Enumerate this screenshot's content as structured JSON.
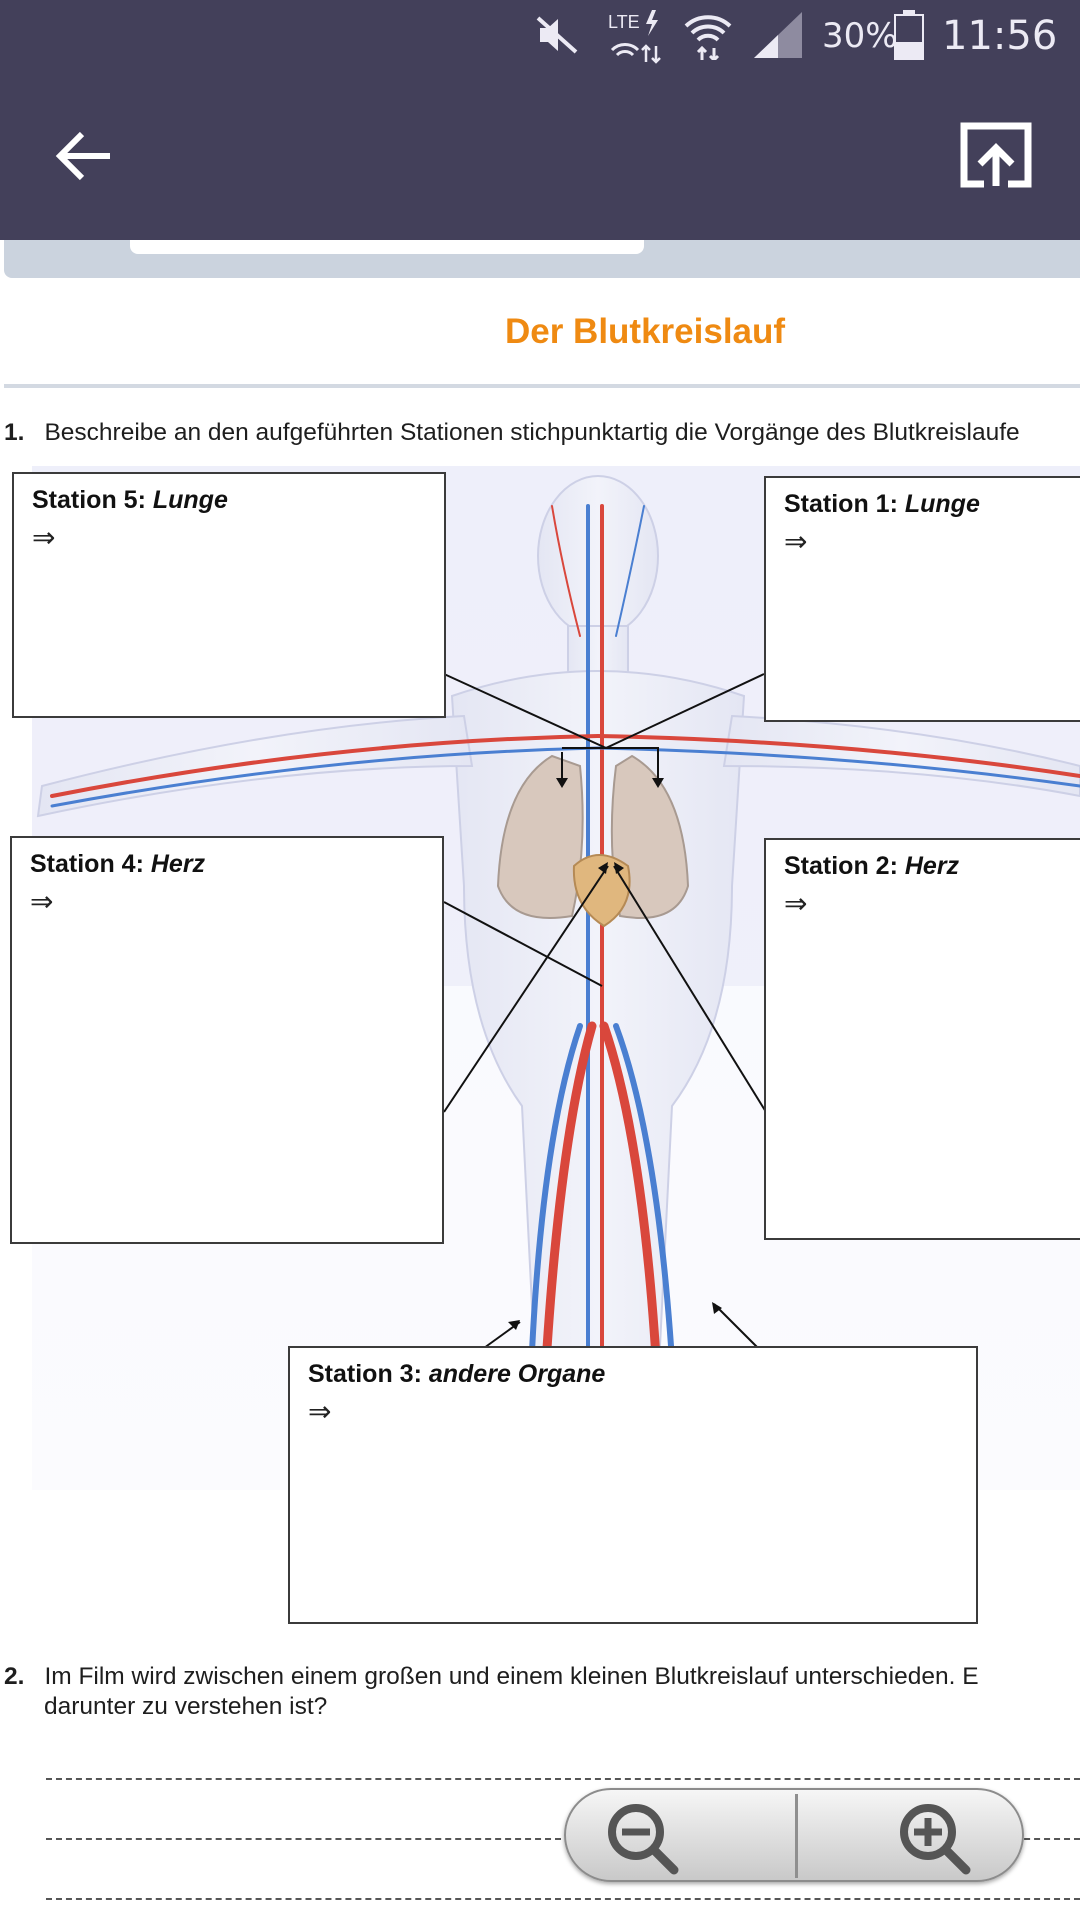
{
  "status_bar": {
    "battery": "30%",
    "time": "11:56",
    "network": "LTE",
    "icons": [
      "mute-icon",
      "lte-icon",
      "wifi-icon",
      "signal-icon",
      "battery-icon"
    ]
  },
  "app_bar": {
    "back_icon": "arrow-left-icon",
    "open_icon": "open-external-icon"
  },
  "document": {
    "title": "Der Blutkreislauf",
    "q1": {
      "number": "1.",
      "text": "Beschreibe an den aufgeführten Stationen stichpunktartig die Vorgänge des Blutkreislaufe"
    },
    "stations": [
      {
        "id": "5",
        "label": "Station 5:",
        "organ": "Lunge",
        "arrow": "⇒"
      },
      {
        "id": "1",
        "label": "Station 1:",
        "organ": "Lunge",
        "arrow": "⇒"
      },
      {
        "id": "4",
        "label": "Station 4:",
        "organ": "Herz",
        "arrow": "⇒"
      },
      {
        "id": "2",
        "label": "Station 2:",
        "organ": "Herz",
        "arrow": "⇒"
      },
      {
        "id": "3",
        "label": "Station 3:",
        "organ": "andere Organe",
        "arrow": "⇒"
      }
    ],
    "q2": {
      "number": "2.",
      "line1": "Im Film wird zwischen einem großen und einem kleinen Blutkreislauf unterschieden. E",
      "line2": "darunter zu verstehen ist?"
    }
  },
  "zoom": {
    "out_icon": "zoom-out-icon",
    "in_icon": "zoom-in-icon"
  },
  "colors": {
    "app_bar": "#43405a",
    "title": "#ef8a12",
    "artery": "#d9473c",
    "vein": "#4a7fd1"
  }
}
